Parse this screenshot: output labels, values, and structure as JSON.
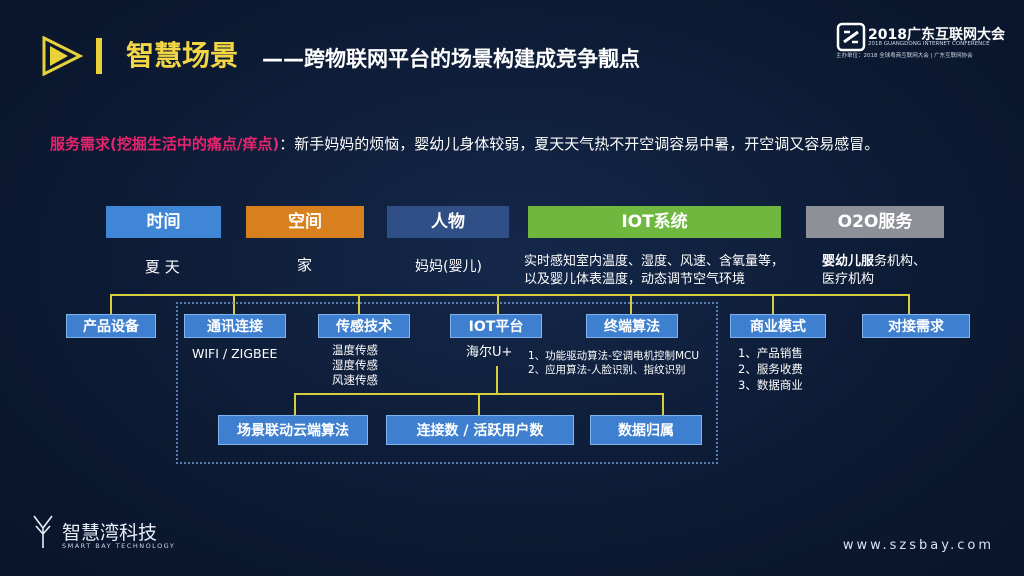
{
  "title": {
    "main": "智慧场景",
    "sub": "——跨物联网平台的场景构建成竞争靓点"
  },
  "conference": {
    "name": "2018广东互联网大会",
    "english": "2018 GUANGDONG INTERNET CONFERENCE",
    "host": "主办单位：2018 全球粤商互联网大会 | 广东互联网协会"
  },
  "need": {
    "label": "服务需求(挖掘生活中的痛点/痒点)",
    "text": "：新手妈妈的烦恼，婴幼儿身体较弱，夏天天气热不开空调容易中暑，开空调又容易感冒。"
  },
  "categories": [
    {
      "label": "时间",
      "color": "#3f86d6",
      "text": "夏 天"
    },
    {
      "label": "空间",
      "color": "#d9801e",
      "text": "家"
    },
    {
      "label": "人物",
      "color": "#2f4f86",
      "text": "妈妈(婴儿)"
    },
    {
      "label": "IOT系统",
      "color": "#6fb840",
      "text": "实时感知室内温度、湿度、风速、含氧量等，\n以及婴儿体表温度，动态调节空气环境"
    },
    {
      "label": "O2O服务",
      "color": "#8d9097",
      "text_bold": "婴幼儿服",
      "text": "务机构、\n医疗机构"
    }
  ],
  "nodes": {
    "product": "产品设备",
    "comm": "通讯连接",
    "sensing": "传感技术",
    "iot_platform": "IOT平台",
    "terminal": "终端算法",
    "business": "商业模式",
    "docking": "对接需求",
    "scene_cloud": "场景联动云端算法",
    "connections": "连接数 / 活跃用户数",
    "data_owner": "数据归属"
  },
  "details": {
    "comm": "WIFI / ZIGBEE",
    "sensing": [
      "温度传感",
      "湿度传感",
      "风速传感"
    ],
    "iot_platform": "海尔U+",
    "terminal": [
      "1、功能驱动算法-空调电机控制MCU",
      "2、应用算法-人脸识别、指纹识别"
    ],
    "business": [
      "1、产品销售",
      "2、服务收费",
      "3、数据商业"
    ]
  },
  "brand": {
    "name": "智慧湾科技",
    "english": "SMART BAY TECHNOLOGY"
  },
  "website": "www.szsbay.com"
}
